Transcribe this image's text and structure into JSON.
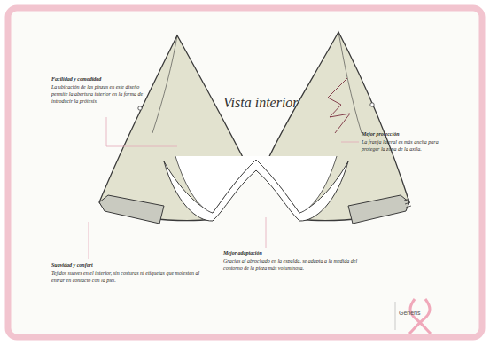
{
  "diagram": {
    "title": "Vista interior",
    "labels": [
      "Facilidad y comodidad",
      "La ubicación de las pinzas en este diseño permite la abertura interior en la forma de introducir la prótesis.",
      "Mejor protección",
      "La franja lateral es más ancha para proteger la zona de la axila.",
      "Suavidad y confort",
      "Tejidos suaves en el interior, sin costuras ni etiquetas que molesten al entrar en contacto con la piel.",
      "Mejor adaptación",
      "Gracias al abrochado en la espalda, se adapta a la medida del contorno de la pieza más voluminosa.",
      "Generis"
    ]
  }
}
